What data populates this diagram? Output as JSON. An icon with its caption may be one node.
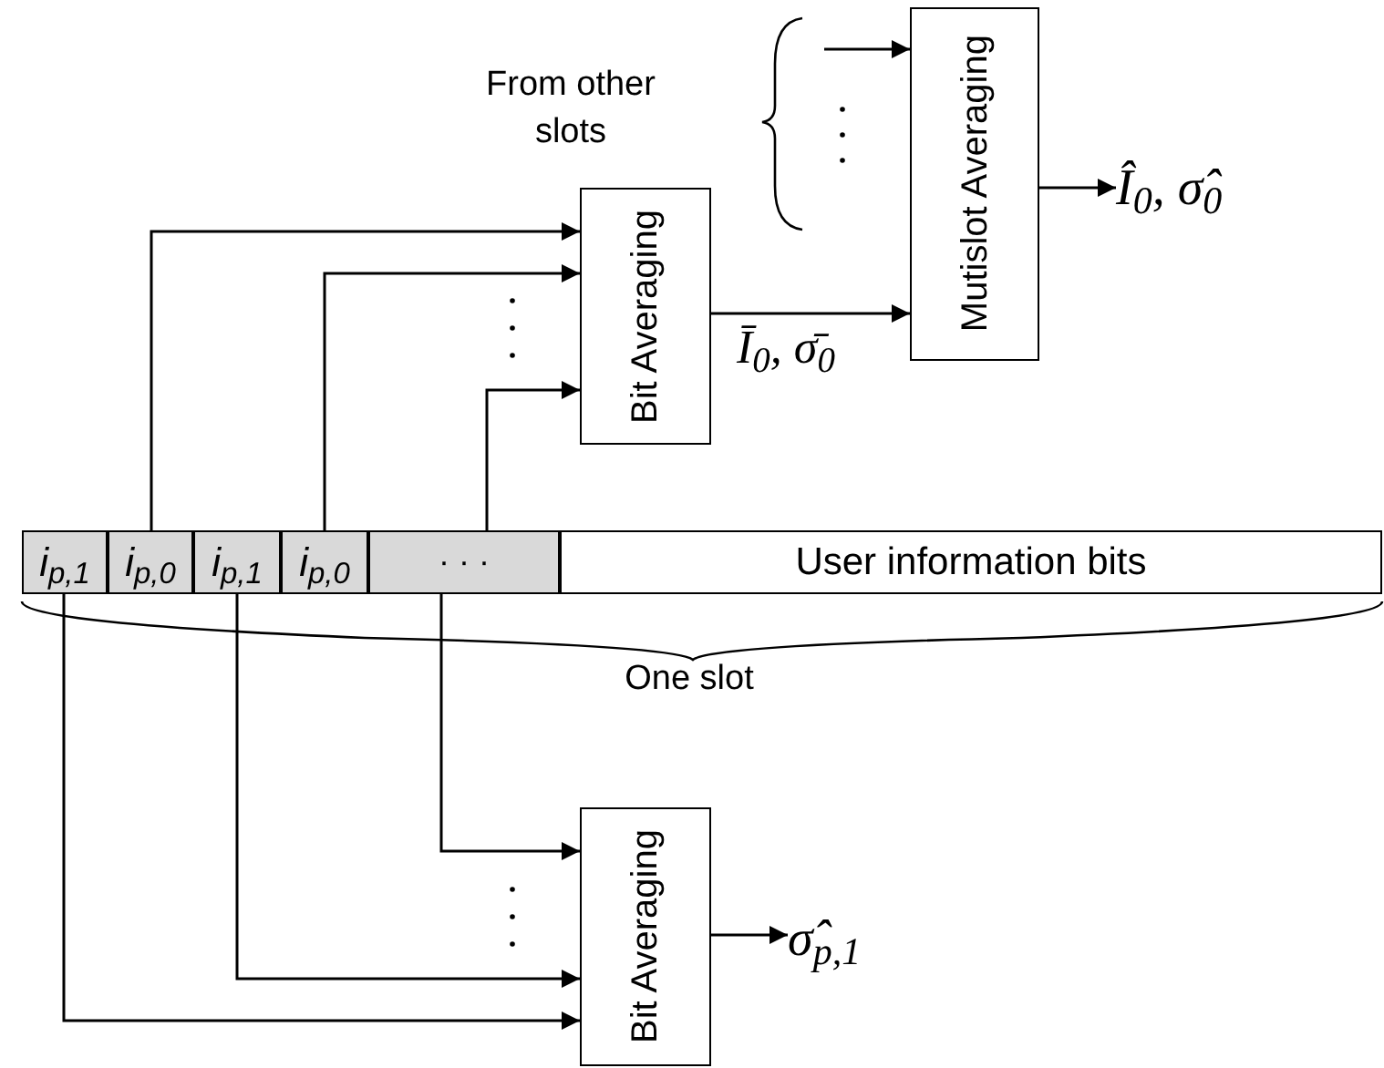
{
  "diagram": {
    "nodes": [
      {
        "text": [
          "i$_{p,1}$"
        ]
      },
      {
        "text": [
          "i$_{p,0}$"
        ]
      },
      {
        "text": [
          "i$_{p,1}$"
        ]
      },
      {
        "text": [
          "i$_{p,0}$"
        ]
      },
      {
        "text": [
          "· · ·"
        ]
      },
      {
        "text": [
          "User information bits"
        ]
      },
      {
        "text": [
          "Bit Averaging"
        ]
      },
      {
        "text": [
          "Mutislot Averaging"
        ]
      },
      {
        "text": [
          "Bit Averaging"
        ]
      },
      {
        "text": [
          "Î$_{0}$, σ̂$_{0}$"
        ]
      },
      {
        "text": [
          "σ̂$_{p,1}$"
        ]
      }
    ],
    "edges": [
      {
        "from": 1,
        "to": 6,
        "arrow": "to"
      },
      {
        "from": 3,
        "to": 6,
        "arrow": "to"
      },
      {
        "from": 4,
        "to": 6,
        "arrow": "to"
      },
      {
        "from": 6,
        "to": 7,
        "arrow": "to",
        "label": "Ī$_{0}$, σ̄$_{0}$"
      },
      {
        "from": null,
        "to": 7,
        "arrow": "to"
      },
      {
        "from": 7,
        "to": 9,
        "arrow": "to"
      },
      {
        "from": 0,
        "to": 8,
        "arrow": "to"
      },
      {
        "from": 2,
        "to": 8,
        "arrow": "to"
      },
      {
        "from": 4,
        "to": 8,
        "arrow": "to"
      },
      {
        "from": 8,
        "to": 10,
        "arrow": "to"
      }
    ],
    "labels": [
      "From other slots",
      "One slot"
    ]
  }
}
